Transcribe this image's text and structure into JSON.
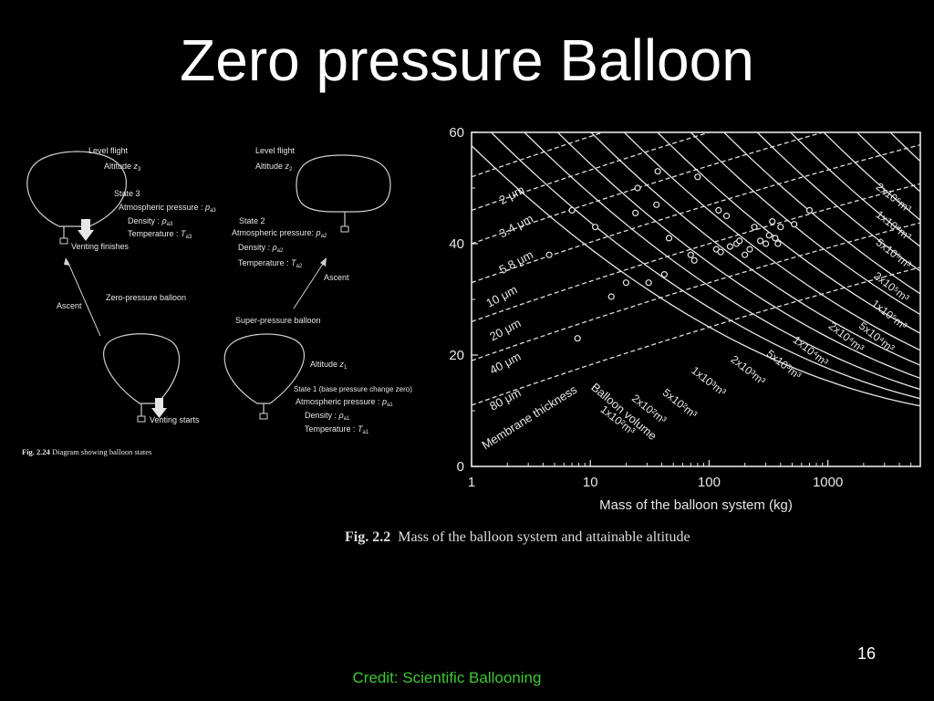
{
  "slide": {
    "title": "Zero pressure Balloon",
    "page_number": "16",
    "credit": "Credit:  Scientific Ballooning"
  },
  "diagram": {
    "level_flight_left": "Level flight",
    "altitude_z3_label": "Altitude ",
    "altitude_z3_var": "z",
    "altitude_z3_sub": "3",
    "state3_title": "State 3",
    "state3_pressure": "Atmospheric pressure : ",
    "state3_pressure_sym": "p",
    "state3_pressure_sub": "a3",
    "state3_density": "Density : ",
    "state3_density_sym": "ρ",
    "state3_density_sub": "a3",
    "state3_temp": "Temperature : ",
    "state3_temp_sym": "T",
    "state3_temp_sub": "a3",
    "venting_finishes": "Venting finishes",
    "level_flight_right": "Level flight",
    "altitude_z2_label": "Altitude ",
    "altitude_z2_var": "z",
    "altitude_z2_sub": "2",
    "state2_title": "State 2",
    "state2_pressure": "Atmospheric pressure: ",
    "state2_pressure_sym": "p",
    "state2_pressure_sub": "a2",
    "state2_density": "Density : ",
    "state2_density_sym": "ρ",
    "state2_density_sub": "a2",
    "state2_temp": "Temperature : ",
    "state2_temp_sym": "T",
    "state2_temp_sub": "a2",
    "ascent_left": "Ascent",
    "ascent_right": "Ascent",
    "zero_pressure_balloon": "Zero-pressure balloon",
    "super_pressure_balloon": "Super-pressure balloon",
    "altitude_z1_label": "Altitude ",
    "altitude_z1_var": "z",
    "altitude_z1_sub": "1",
    "state1_title": "State 1 (base pressure change zero)",
    "state1_pressure": "Atmospheric pressure : ",
    "state1_pressure_sym": "p",
    "state1_pressure_sub": "a1",
    "state1_density": "Density : ",
    "state1_density_sym": "ρ",
    "state1_density_sub": "a1",
    "state1_temp": "Temperature : ",
    "state1_temp_sym": "T",
    "state1_temp_sub": "a1",
    "venting_starts": "Venting starts",
    "caption_num": "Fig. 2.24",
    "caption_text": " Diagram showing balloon states"
  },
  "chart_caption": {
    "num": "Fig. 2.2",
    "text": "Mass of the balloon system and attainable altitude"
  },
  "chart_data": {
    "type": "scatter",
    "title": "",
    "xlabel": "Mass of the balloon system (kg)",
    "ylabel": "",
    "x_scale": "log",
    "xlim": [
      1,
      6000
    ],
    "ylim": [
      0,
      60
    ],
    "x_ticks": [
      1,
      10,
      100,
      1000
    ],
    "x_tick_labels": [
      "1",
      "10",
      "100",
      "1000"
    ],
    "y_ticks": [
      0,
      20,
      40,
      60
    ],
    "y_tick_labels": [
      "0",
      "20",
      "40",
      "60"
    ],
    "grid": false,
    "membrane_thickness_title": "Membrane thickness",
    "balloon_volume_title": "Balloon volume",
    "membrane_labels": [
      {
        "label": "2 μm",
        "x": 1.8,
        "y": 47
      },
      {
        "label": "3.4 μm",
        "x": 1.8,
        "y": 41
      },
      {
        "label": "5.8 μm",
        "x": 1.8,
        "y": 34.5
      },
      {
        "label": "10 μm",
        "x": 1.4,
        "y": 28.5
      },
      {
        "label": "20 μm",
        "x": 1.5,
        "y": 22.5
      },
      {
        "label": "40 μm",
        "x": 1.5,
        "y": 16.5
      },
      {
        "label": "80 μm",
        "x": 1.5,
        "y": 10
      }
    ],
    "volume_labels": [
      {
        "label": "2x10⁶m³",
        "x": 2500,
        "y": 50
      },
      {
        "label": "1x10⁶m³",
        "x": 2500,
        "y": 45
      },
      {
        "label": "5x10⁵m³",
        "x": 2500,
        "y": 40
      },
      {
        "label": "2x10⁵m³",
        "x": 2400,
        "y": 34
      },
      {
        "label": "1x10⁵m³",
        "x": 2300,
        "y": 29
      },
      {
        "label": "5x10⁴m³",
        "x": 1800,
        "y": 25
      },
      {
        "label": "2x10⁴m³",
        "x": 1000,
        "y": 25
      },
      {
        "label": "1x10⁴m³",
        "x": 500,
        "y": 22.5
      },
      {
        "label": "5x10³m³",
        "x": 300,
        "y": 20
      },
      {
        "label": "2x10³m³",
        "x": 150,
        "y": 19
      },
      {
        "label": "1x10³m³",
        "x": 70,
        "y": 17
      },
      {
        "label": "5x10²m³",
        "x": 40,
        "y": 13
      },
      {
        "label": "2x10²m³",
        "x": 22,
        "y": 12
      },
      {
        "label": "1x10²m³",
        "x": 12,
        "y": 10
      }
    ],
    "points": [
      {
        "x": 4.5,
        "y": 38
      },
      {
        "x": 7,
        "y": 46
      },
      {
        "x": 7.8,
        "y": 23
      },
      {
        "x": 11,
        "y": 43
      },
      {
        "x": 15,
        "y": 30.5
      },
      {
        "x": 20,
        "y": 33
      },
      {
        "x": 24,
        "y": 45.5
      },
      {
        "x": 25,
        "y": 50
      },
      {
        "x": 31,
        "y": 33
      },
      {
        "x": 36,
        "y": 47
      },
      {
        "x": 37,
        "y": 53
      },
      {
        "x": 42,
        "y": 34.5
      },
      {
        "x": 46,
        "y": 41
      },
      {
        "x": 70,
        "y": 38
      },
      {
        "x": 75,
        "y": 37
      },
      {
        "x": 80,
        "y": 52
      },
      {
        "x": 115,
        "y": 39
      },
      {
        "x": 120,
        "y": 46
      },
      {
        "x": 125,
        "y": 38.5
      },
      {
        "x": 140,
        "y": 45
      },
      {
        "x": 150,
        "y": 39.5
      },
      {
        "x": 170,
        "y": 40
      },
      {
        "x": 180,
        "y": 40.5
      },
      {
        "x": 200,
        "y": 38
      },
      {
        "x": 220,
        "y": 39
      },
      {
        "x": 240,
        "y": 43
      },
      {
        "x": 270,
        "y": 40.5
      },
      {
        "x": 300,
        "y": 40
      },
      {
        "x": 320,
        "y": 41.5
      },
      {
        "x": 340,
        "y": 44
      },
      {
        "x": 360,
        "y": 41
      },
      {
        "x": 380,
        "y": 40
      },
      {
        "x": 400,
        "y": 43
      },
      {
        "x": 520,
        "y": 43.5
      },
      {
        "x": 700,
        "y": 46
      }
    ]
  }
}
